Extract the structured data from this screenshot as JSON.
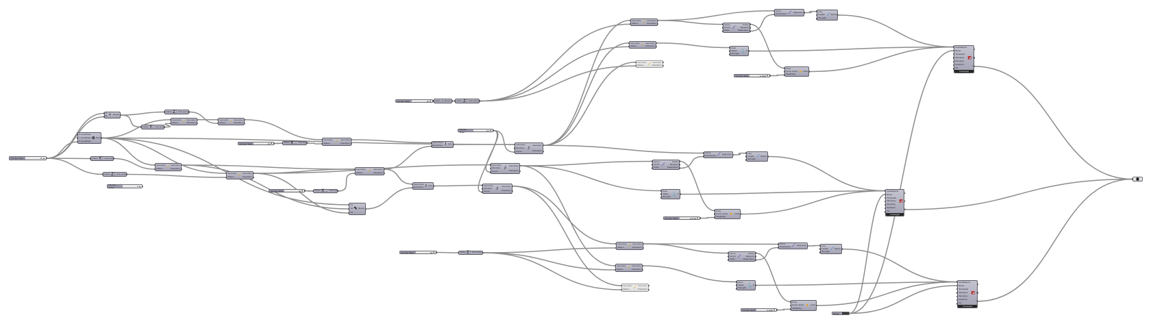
{
  "canvas": {
    "title": "Grasshopper canvas"
  },
  "nodes": [
    {
      "id": "s1",
      "type": "slider",
      "name": "number-slider",
      "label": "Number Slider",
      "value": "10"
    },
    {
      "id": "add",
      "type": "component",
      "name": "addition-component",
      "inputs": [
        "A",
        "B"
      ],
      "outputs": [
        "Result"
      ],
      "icon": "addition"
    },
    {
      "id": "pt",
      "type": "component",
      "name": "construct-point-component",
      "inputs": [
        "X coordinate",
        "Y coordinate",
        "Z coordinate"
      ],
      "outputs": [
        "Point"
      ],
      "icon": "point"
    },
    {
      "id": "u1",
      "type": "component",
      "name": "unit-z-component",
      "inputs": [
        "Factor"
      ],
      "outputs": [
        "Unit vector"
      ],
      "icon": "vector-z"
    },
    {
      "id": "u2",
      "type": "component",
      "name": "unit-y-component",
      "inputs": [
        "Factor"
      ],
      "outputs": [
        "Unit vector"
      ],
      "icon": "vector-y"
    },
    {
      "id": "mv1",
      "type": "component",
      "name": "move-component",
      "inputs": [
        "Geometry",
        "Motion"
      ],
      "outputs": [
        "Geometry",
        "Transform"
      ],
      "icon": "move"
    },
    {
      "id": "mv2",
      "type": "component",
      "name": "move-component",
      "inputs": [
        "Geometry",
        "Motion"
      ],
      "outputs": [
        "Geometry",
        "Transform"
      ],
      "icon": "move"
    },
    {
      "id": "u3",
      "type": "component",
      "name": "unit-y-component",
      "inputs": [
        "Factor"
      ],
      "outputs": [
        "Unit vector"
      ],
      "icon": "vector-y"
    },
    {
      "id": "u4",
      "type": "component",
      "name": "unit-z-component",
      "inputs": [
        "Factor"
      ],
      "outputs": [
        "Unit vector"
      ],
      "icon": "vector-z"
    },
    {
      "id": "s2",
      "type": "slider",
      "name": "number-slider",
      "label": "Number Slider",
      "value": "5"
    },
    {
      "id": "mv3",
      "type": "component",
      "name": "move-component",
      "inputs": [
        "Geometry",
        "Motion"
      ],
      "outputs": [
        "Geometry",
        "Transform"
      ],
      "icon": "move"
    },
    {
      "id": "mv4",
      "type": "component",
      "name": "move-component",
      "inputs": [
        "Geometry",
        "Motion"
      ],
      "outputs": [
        "Geometry",
        "Transform"
      ],
      "icon": "move"
    },
    {
      "id": "s3",
      "type": "slider",
      "name": "number-slider",
      "label": "Number Slider",
      "value": "10"
    },
    {
      "id": "u5",
      "type": "component",
      "name": "unit-x-component",
      "inputs": [
        "Factor"
      ],
      "outputs": [
        "Unit vector"
      ],
      "icon": "vector-x"
    },
    {
      "id": "mv5",
      "type": "component",
      "name": "move-component",
      "inputs": [
        "Geometry",
        "Motion"
      ],
      "outputs": [
        "Geometry",
        "Transform"
      ],
      "icon": "move"
    },
    {
      "id": "mv6",
      "type": "component",
      "name": "move-component",
      "inputs": [
        "Geometry",
        "Motion"
      ],
      "outputs": [
        "Geometry",
        "Transform"
      ],
      "icon": "move"
    },
    {
      "id": "s4",
      "type": "slider",
      "name": "number-slider",
      "label": "Number Slider",
      "value": "10"
    },
    {
      "id": "u6",
      "type": "component",
      "name": "unit-x-component",
      "inputs": [
        "Factor"
      ],
      "outputs": [
        "Unit vector"
      ],
      "icon": "vector-x"
    },
    {
      "id": "mul",
      "type": "component",
      "name": "polyline-component",
      "inputs": [
        "V1",
        "V2",
        "V3"
      ],
      "outputs": [
        "Result"
      ],
      "icon": "polyline"
    },
    {
      "id": "ln1",
      "type": "component",
      "name": "line-component",
      "inputs": [
        "Start Point",
        "End Point"
      ],
      "outputs": [
        "Line"
      ],
      "icon": "line"
    },
    {
      "id": "ln2",
      "type": "component",
      "name": "line-component",
      "inputs": [
        "Start Point",
        "End Point"
      ],
      "outputs": [
        "Line"
      ],
      "icon": "line"
    },
    {
      "id": "s5",
      "type": "slider",
      "name": "number-slider",
      "label": "Number Slider",
      "value": "0.1"
    },
    {
      "id": "la1",
      "type": "component",
      "name": "linear-array-component",
      "inputs": [
        "Geometry",
        "Direction",
        "Count"
      ],
      "outputs": [
        "Geometry",
        "Transform"
      ],
      "icon": "array"
    },
    {
      "id": "la2",
      "type": "component",
      "name": "linear-array-component",
      "inputs": [
        "Geometry",
        "Direction",
        "Count"
      ],
      "outputs": [
        "Geometry",
        "Transform"
      ],
      "icon": "array"
    },
    {
      "id": "la3",
      "type": "component",
      "name": "linear-array-component",
      "inputs": [
        "Geometry",
        "Direction",
        "Count"
      ],
      "outputs": [
        "Geometry",
        "Transform"
      ],
      "icon": "array"
    },
    {
      "id": "s6",
      "type": "slider",
      "name": "number-slider",
      "label": "Number Slider",
      "value": "10"
    },
    {
      "id": "neg",
      "type": "component",
      "name": "negative-component",
      "inputs": [
        "Value"
      ],
      "outputs": [
        "Result"
      ],
      "icon": "negative"
    },
    {
      "id": "u7",
      "type": "component",
      "name": "unit-z-component",
      "inputs": [
        "Factor"
      ],
      "outputs": [
        "Unit vector"
      ],
      "icon": "vector-z"
    },
    {
      "id": "mvT1",
      "type": "component",
      "name": "move-component",
      "inputs": [
        "Geometry",
        "Motion"
      ],
      "outputs": [
        "Geometry",
        "Transform"
      ],
      "icon": "move"
    },
    {
      "id": "mvT2",
      "type": "component",
      "name": "move-component",
      "inputs": [
        "Geometry",
        "Motion"
      ],
      "outputs": [
        "Geometry",
        "Transform"
      ],
      "icon": "move"
    },
    {
      "id": "mvT3",
      "type": "component",
      "name": "move-component-disabled",
      "inputs": [
        "Geometry",
        "Motion"
      ],
      "outputs": [
        "Geometry",
        "Transform"
      ],
      "icon": "move",
      "light": true
    },
    {
      "id": "divT",
      "type": "component",
      "name": "divide-curve-component",
      "inputs": [
        "Curve",
        "Count",
        "Kinks"
      ],
      "outputs": [
        "Points",
        "Tangents",
        "Parameters"
      ],
      "icon": "divide"
    },
    {
      "id": "shT",
      "type": "component",
      "name": "shatter-component",
      "inputs": [
        "Curve",
        "Parameters"
      ],
      "outputs": [
        "Segments"
      ],
      "icon": "shatter"
    },
    {
      "id": "spT",
      "type": "component",
      "name": "length-spring-component",
      "inputs": [
        "Line",
        "Length",
        "Strength"
      ],
      "outputs": [
        "Spring"
      ],
      "icon": "spring"
    },
    {
      "id": "anT",
      "type": "component",
      "name": "anchor-component",
      "inputs": [
        "Point",
        "Target",
        "Strength"
      ],
      "outputs": [
        "A"
      ],
      "icon": "anchor"
    },
    {
      "id": "ldT",
      "type": "component",
      "name": "load-component",
      "inputs": [
        "Point",
        "Force vector",
        "Weighting"
      ],
      "outputs": [
        "Load"
      ],
      "icon": "load"
    },
    {
      "id": "sT",
      "type": "slider",
      "name": "number-slider",
      "label": "Number Slider",
      "value": "0.1000"
    },
    {
      "id": "solT",
      "type": "solver",
      "name": "kangaroo-solver",
      "inputs": [
        "GoalObjects",
        "Reset",
        "Threshold",
        "Tolerance",
        "Damping",
        "Iterations",
        "On"
      ],
      "outputs": [
        "I",
        "V",
        "O"
      ],
      "footer": "Converged",
      "icon": "solver"
    },
    {
      "id": "la2x",
      "type": "none"
    },
    {
      "id": "divM",
      "type": "component",
      "name": "divide-curve-component",
      "inputs": [
        "Curve",
        "Count",
        "Kinks"
      ],
      "outputs": [
        "Points",
        "Tangents",
        "Parameters"
      ],
      "icon": "divide"
    },
    {
      "id": "shM",
      "type": "component",
      "name": "shatter-component",
      "inputs": [
        "Curve",
        "Parameters"
      ],
      "outputs": [
        "Segments"
      ],
      "icon": "shatter"
    },
    {
      "id": "spM",
      "type": "component",
      "name": "length-spring-component",
      "inputs": [
        "Line",
        "Length",
        "Strength"
      ],
      "outputs": [
        "Spring"
      ],
      "icon": "spring"
    },
    {
      "id": "anM",
      "type": "component",
      "name": "anchor-component",
      "inputs": [
        "Point",
        "Target",
        "Strength"
      ],
      "outputs": [
        "A"
      ],
      "icon": "anchor"
    },
    {
      "id": "ldM",
      "type": "component",
      "name": "load-component",
      "inputs": [
        "Point",
        "Force vector",
        "Weighting"
      ],
      "outputs": [
        "Load"
      ],
      "icon": "load"
    },
    {
      "id": "sM",
      "type": "slider",
      "name": "number-slider",
      "label": "Number Slider",
      "value": "0.0700"
    },
    {
      "id": "solM",
      "type": "solver",
      "name": "kangaroo-solver",
      "inputs": [
        "GoalObjects",
        "Reset",
        "Threshold",
        "Tolerance",
        "Damping",
        "Iterations",
        "On"
      ],
      "outputs": [
        "I",
        "V",
        "O"
      ],
      "footer": "Converged",
      "icon": "solver"
    },
    {
      "id": "s7",
      "type": "slider",
      "name": "number-slider",
      "label": "Number Slider",
      "value": "10"
    },
    {
      "id": "u8",
      "type": "component",
      "name": "unit-z-component",
      "inputs": [
        "Factor"
      ],
      "outputs": [
        "Unit vector"
      ],
      "icon": "vector-z"
    },
    {
      "id": "mvB1",
      "type": "component",
      "name": "move-component",
      "inputs": [
        "Geometry",
        "Motion"
      ],
      "outputs": [
        "Geometry",
        "Transform"
      ],
      "icon": "move"
    },
    {
      "id": "mvB2",
      "type": "component",
      "name": "move-component",
      "inputs": [
        "Geometry",
        "Motion"
      ],
      "outputs": [
        "Geometry",
        "Transform"
      ],
      "icon": "move"
    },
    {
      "id": "mvB3",
      "type": "component",
      "name": "move-component-disabled",
      "inputs": [
        "Geometry",
        "Motion"
      ],
      "outputs": [
        "Geometry",
        "Transform"
      ],
      "icon": "move",
      "light": true
    },
    {
      "id": "divB",
      "type": "component",
      "name": "divide-curve-component",
      "inputs": [
        "Curve",
        "Count",
        "Kinks"
      ],
      "outputs": [
        "Points",
        "Tangents",
        "Parameters"
      ],
      "icon": "divide"
    },
    {
      "id": "shB",
      "type": "component",
      "name": "shatter-component",
      "inputs": [
        "Curve",
        "Parameters"
      ],
      "outputs": [
        "Segments"
      ],
      "icon": "shatter"
    },
    {
      "id": "spB",
      "type": "component",
      "name": "length-spring-component",
      "inputs": [
        "Line",
        "Length",
        "Strength"
      ],
      "outputs": [
        "Spring"
      ],
      "icon": "spring"
    },
    {
      "id": "anB",
      "type": "component",
      "name": "anchor-component",
      "inputs": [
        "Point",
        "Target",
        "Strength"
      ],
      "outputs": [
        "A"
      ],
      "icon": "anchor"
    },
    {
      "id": "ldB",
      "type": "component",
      "name": "load-component",
      "inputs": [
        "Point",
        "Force vector",
        "Weighting"
      ],
      "outputs": [
        "Load"
      ],
      "icon": "load"
    },
    {
      "id": "sB",
      "type": "slider",
      "name": "number-slider",
      "label": "Number Slider",
      "value": "0.1000"
    },
    {
      "id": "btn",
      "type": "button",
      "name": "reset-button",
      "label": "Button"
    },
    {
      "id": "solB",
      "type": "solver",
      "name": "kangaroo-solver",
      "inputs": [
        "GoalObjects",
        "Reset",
        "Threshold",
        "Tolerance",
        "Damping",
        "Iterations",
        "On"
      ],
      "outputs": [
        "I",
        "V",
        "O"
      ],
      "footer": "Converged",
      "icon": "solver"
    },
    {
      "id": "fin",
      "type": "display",
      "name": "kangaroo-display",
      "icon": "show"
    }
  ],
  "colors": {
    "wire": "#8c8c8c",
    "node": "#a8a8ba",
    "canvas": "#ffffff",
    "move_icon": "#d9a520",
    "spring_icon": "#3a7fd6",
    "load_icon": "#f0a000"
  }
}
